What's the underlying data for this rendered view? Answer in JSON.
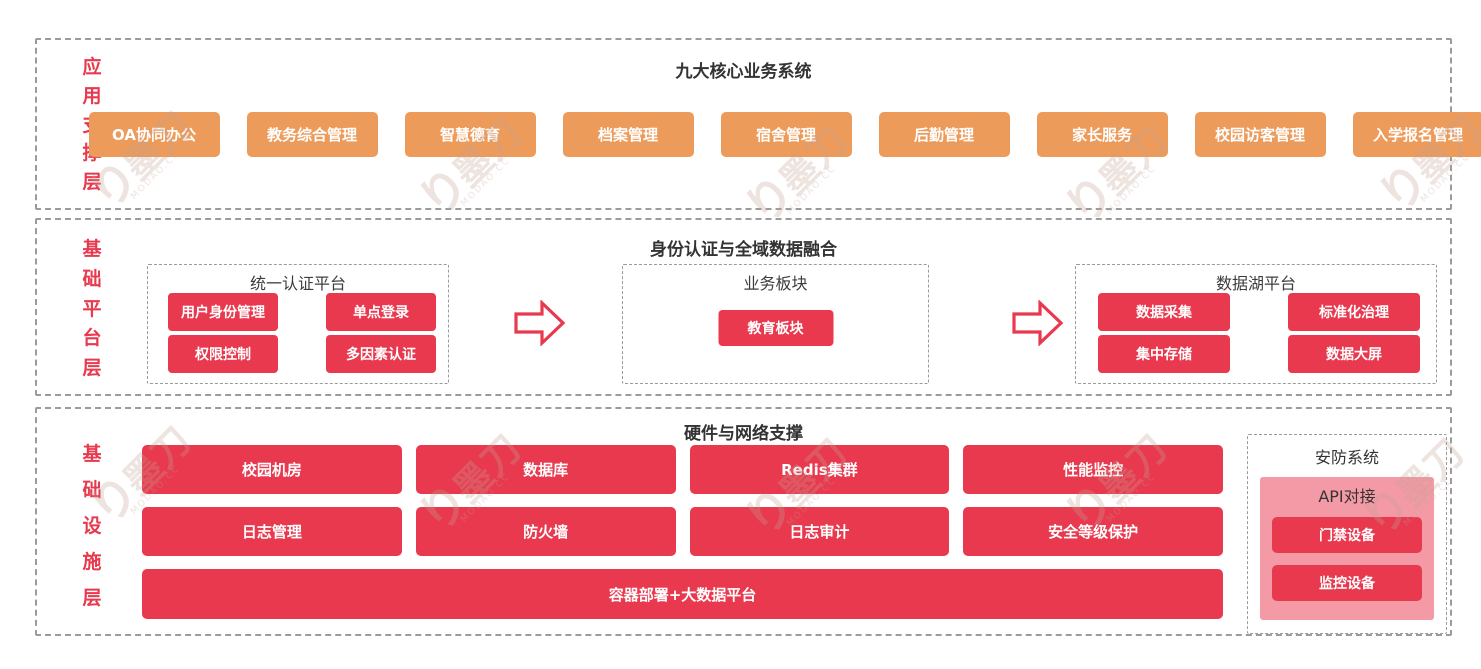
{
  "colors": {
    "accent_red": "#e8394e",
    "accent_orange": "#ec9b5a",
    "accent_pink": "#f49aa6",
    "title_dark": "#333333",
    "dashed_border": "#9b9b9b"
  },
  "watermark": {
    "glyph": "り",
    "brand": "墨刀",
    "site": "MODAO.CC"
  },
  "layers": [
    {
      "label": "应用支撑层",
      "label_chars": [
        "应",
        "用",
        "支",
        "撑",
        "层"
      ],
      "title": "九大核心业务系统",
      "buttons": [
        "OA协同办公",
        "教务综合管理",
        "智慧德育",
        "档案管理",
        "宿舍管理",
        "后勤管理",
        "家长服务",
        "校园访客管理",
        "入学报名管理"
      ]
    },
    {
      "label": "基础平台层",
      "label_chars": [
        "基",
        "础",
        "平",
        "台",
        "层"
      ],
      "title": "身份认证与全域数据融合",
      "groups": [
        {
          "title": "统一认证平台",
          "buttons": [
            "用户身份管理",
            "单点登录",
            "权限控制",
            "多因素认证"
          ]
        },
        {
          "title": "业务板块",
          "buttons": [
            "教育板块"
          ]
        },
        {
          "title": "数据湖平台",
          "buttons": [
            "数据采集",
            "标准化治理",
            "集中存储",
            "数据大屏"
          ]
        }
      ]
    },
    {
      "label": "基础设施层",
      "label_chars": [
        "基",
        "础",
        "设",
        "施",
        "层"
      ],
      "title": "硬件与网络支撑",
      "rows": [
        [
          "校园机房",
          "数据库",
          "Redis集群",
          "性能监控"
        ],
        [
          "日志管理",
          "防火墙",
          "日志审计",
          "安全等级保护"
        ]
      ],
      "wide": "容器部署+大数据平台",
      "security": {
        "title": "安防系统",
        "subtitle": "API对接",
        "buttons": [
          "门禁设备",
          "监控设备"
        ]
      }
    }
  ]
}
